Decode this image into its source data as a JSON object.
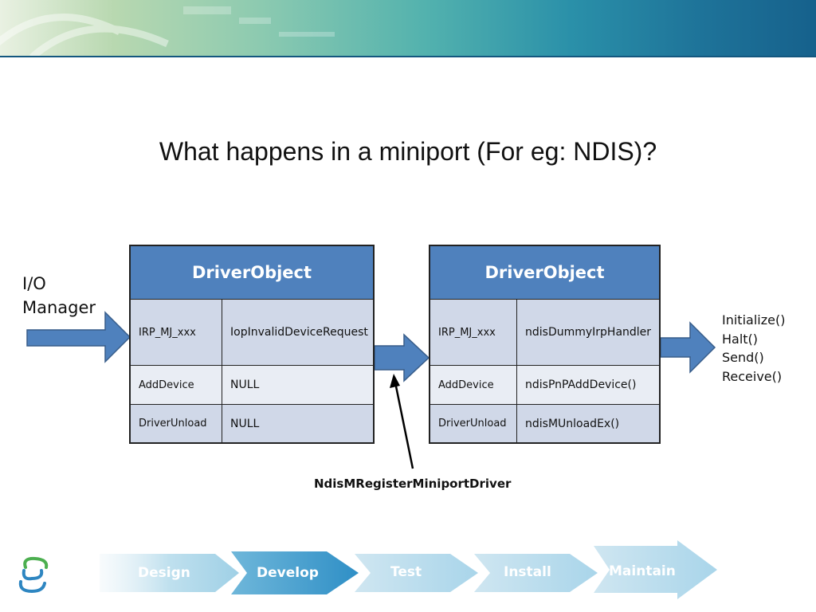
{
  "slide": {
    "title": "What happens in a miniport (For eg: NDIS)?",
    "io_manager": "I/O Manager",
    "register_label": "NdisMRegisterMiniportDriver",
    "calls": [
      "Initialize()",
      "Halt()",
      "Send()",
      "Receive()"
    ],
    "tables": [
      {
        "header": "DriverObject",
        "rows": [
          {
            "key": "IRP_MJ_xxx",
            "value": "IopInvalidDeviceRequest"
          },
          {
            "key": "AddDevice",
            "value": "NULL"
          },
          {
            "key": "DriverUnload",
            "value": "NULL"
          }
        ]
      },
      {
        "header": "DriverObject",
        "rows": [
          {
            "key": "IRP_MJ_xxx",
            "value": "ndisDummyIrpHandler"
          },
          {
            "key": "AddDevice",
            "value": "ndisPnPAddDevice()"
          },
          {
            "key": "DriverUnload",
            "value": "ndisMUnloadEx()"
          }
        ]
      }
    ],
    "lifecycle": [
      "Design",
      "Develop",
      "Test",
      "Install",
      "Maintain"
    ],
    "colors": {
      "header": "#4f81bd",
      "arrow": "#4f81bd",
      "arrow_stroke": "#385d8a",
      "row_dark": "#d0d8e8",
      "row_light": "#e9edf4"
    }
  }
}
